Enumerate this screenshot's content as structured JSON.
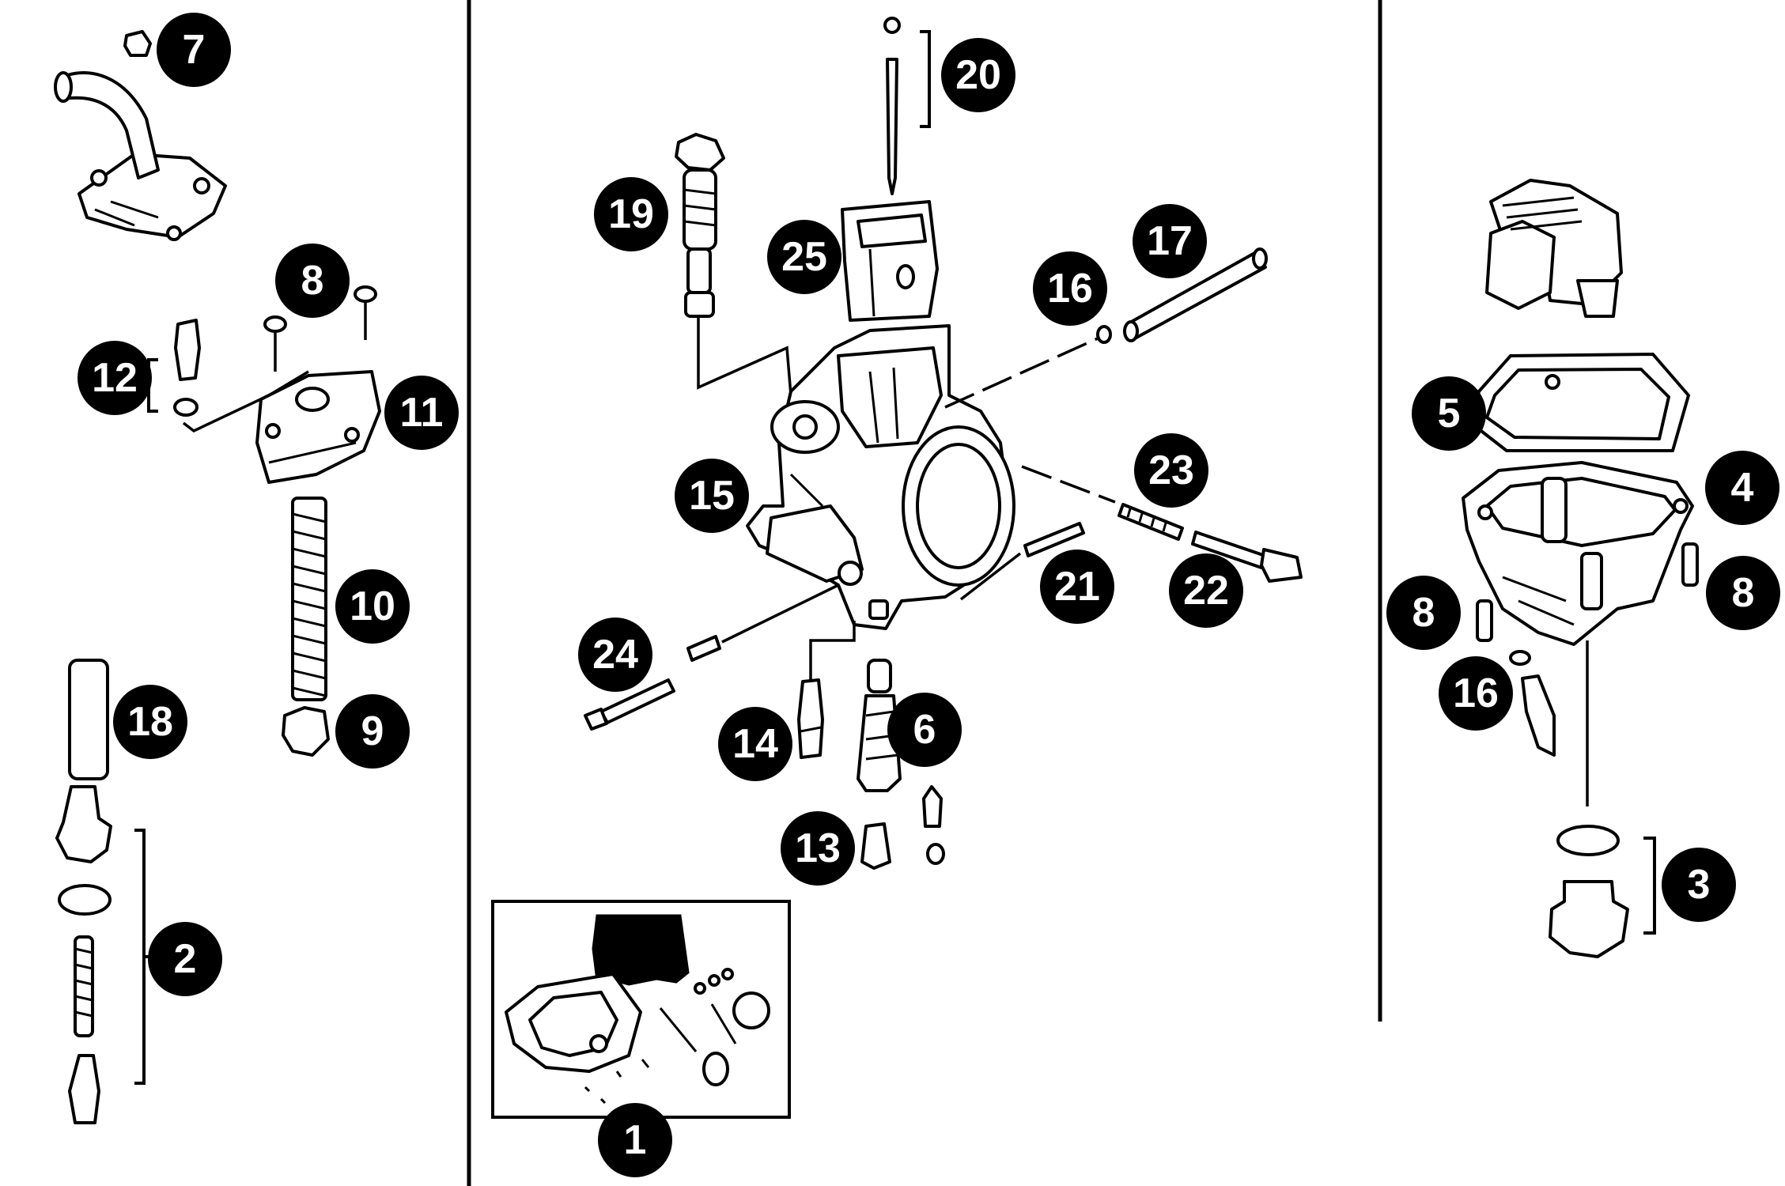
{
  "callouts": [
    {
      "id": "c1",
      "label": "1"
    },
    {
      "id": "c2",
      "label": "2"
    },
    {
      "id": "c3",
      "label": "3"
    },
    {
      "id": "c4",
      "label": "4"
    },
    {
      "id": "c5",
      "label": "5"
    },
    {
      "id": "c6",
      "label": "6"
    },
    {
      "id": "c7",
      "label": "7"
    },
    {
      "id": "c8a",
      "label": "8"
    },
    {
      "id": "c8b",
      "label": "8"
    },
    {
      "id": "c8c",
      "label": "8"
    },
    {
      "id": "c9",
      "label": "9"
    },
    {
      "id": "c10",
      "label": "10"
    },
    {
      "id": "c11",
      "label": "11"
    },
    {
      "id": "c12",
      "label": "12"
    },
    {
      "id": "c13",
      "label": "13"
    },
    {
      "id": "c14",
      "label": "14"
    },
    {
      "id": "c15",
      "label": "15"
    },
    {
      "id": "c16a",
      "label": "16"
    },
    {
      "id": "c16b",
      "label": "16"
    },
    {
      "id": "c17",
      "label": "17"
    },
    {
      "id": "c18",
      "label": "18"
    },
    {
      "id": "c19",
      "label": "19"
    },
    {
      "id": "c20",
      "label": "20"
    },
    {
      "id": "c21",
      "label": "21"
    },
    {
      "id": "c22",
      "label": "22"
    },
    {
      "id": "c23",
      "label": "23"
    },
    {
      "id": "c24",
      "label": "24"
    },
    {
      "id": "c25",
      "label": "25"
    }
  ],
  "colors": {
    "line": "#000000",
    "background": "#ffffff",
    "callout_fill": "#000000",
    "callout_text": "#ffffff"
  }
}
